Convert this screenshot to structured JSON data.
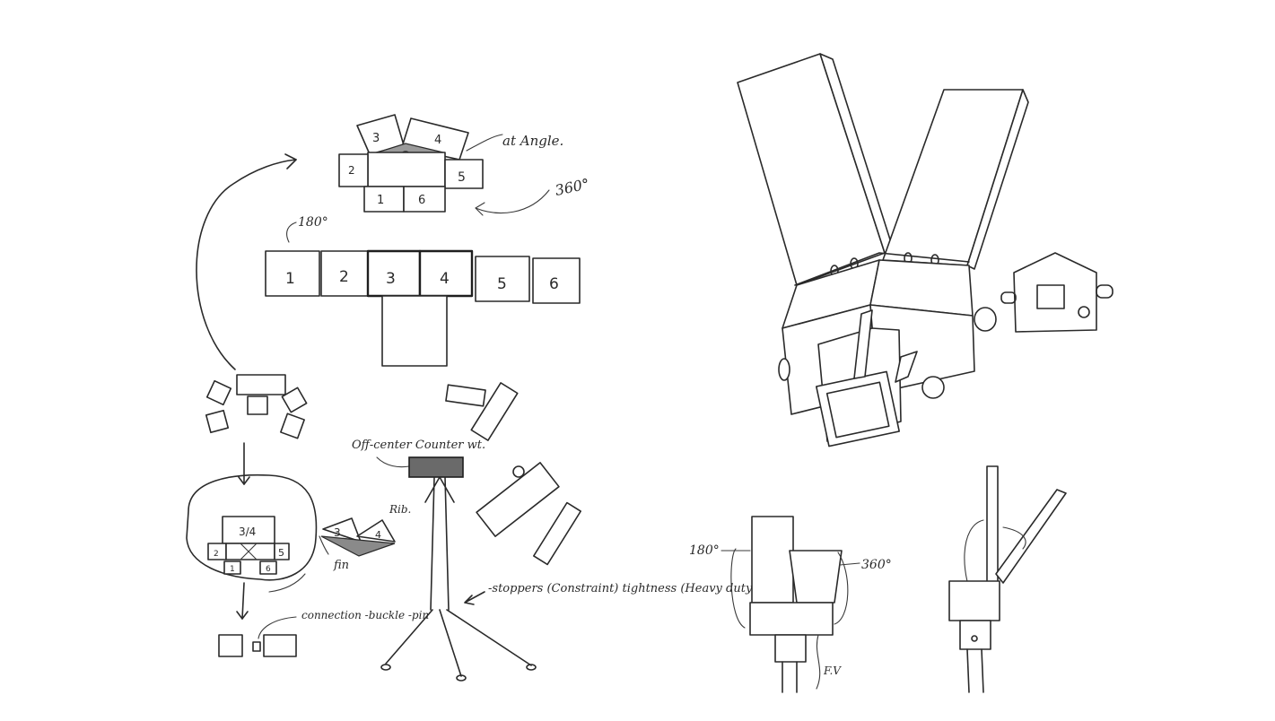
{
  "sketch": {
    "unfolded_panels": [
      "1",
      "2",
      "3",
      "4",
      "5",
      "6"
    ],
    "top_assembly": {
      "left_label": "2",
      "right_label": "5",
      "wing_left": "3",
      "wing_right": "4",
      "bottom_left": "1",
      "bottom_right": "6"
    },
    "notes": {
      "rotation_180": "180°",
      "at_angle": "at Angle.",
      "rotation_360": "360°",
      "off_center_weight": "Off-center Counter wt.",
      "rib": "Rib.",
      "fin": "fin",
      "connection": "connection -buckle -pin",
      "stoppers": "-stoppers (Constraint) tightness (Heavy duty) parts"
    },
    "folded_view": {
      "top": "3/4",
      "left": "2",
      "right": "5",
      "bottom_left": "1",
      "bottom_right": "6"
    },
    "fin_panels": [
      "3",
      "4"
    ],
    "front_view": {
      "label_180": "180°",
      "label_360": "360°",
      "label_fv": "F.V"
    }
  }
}
